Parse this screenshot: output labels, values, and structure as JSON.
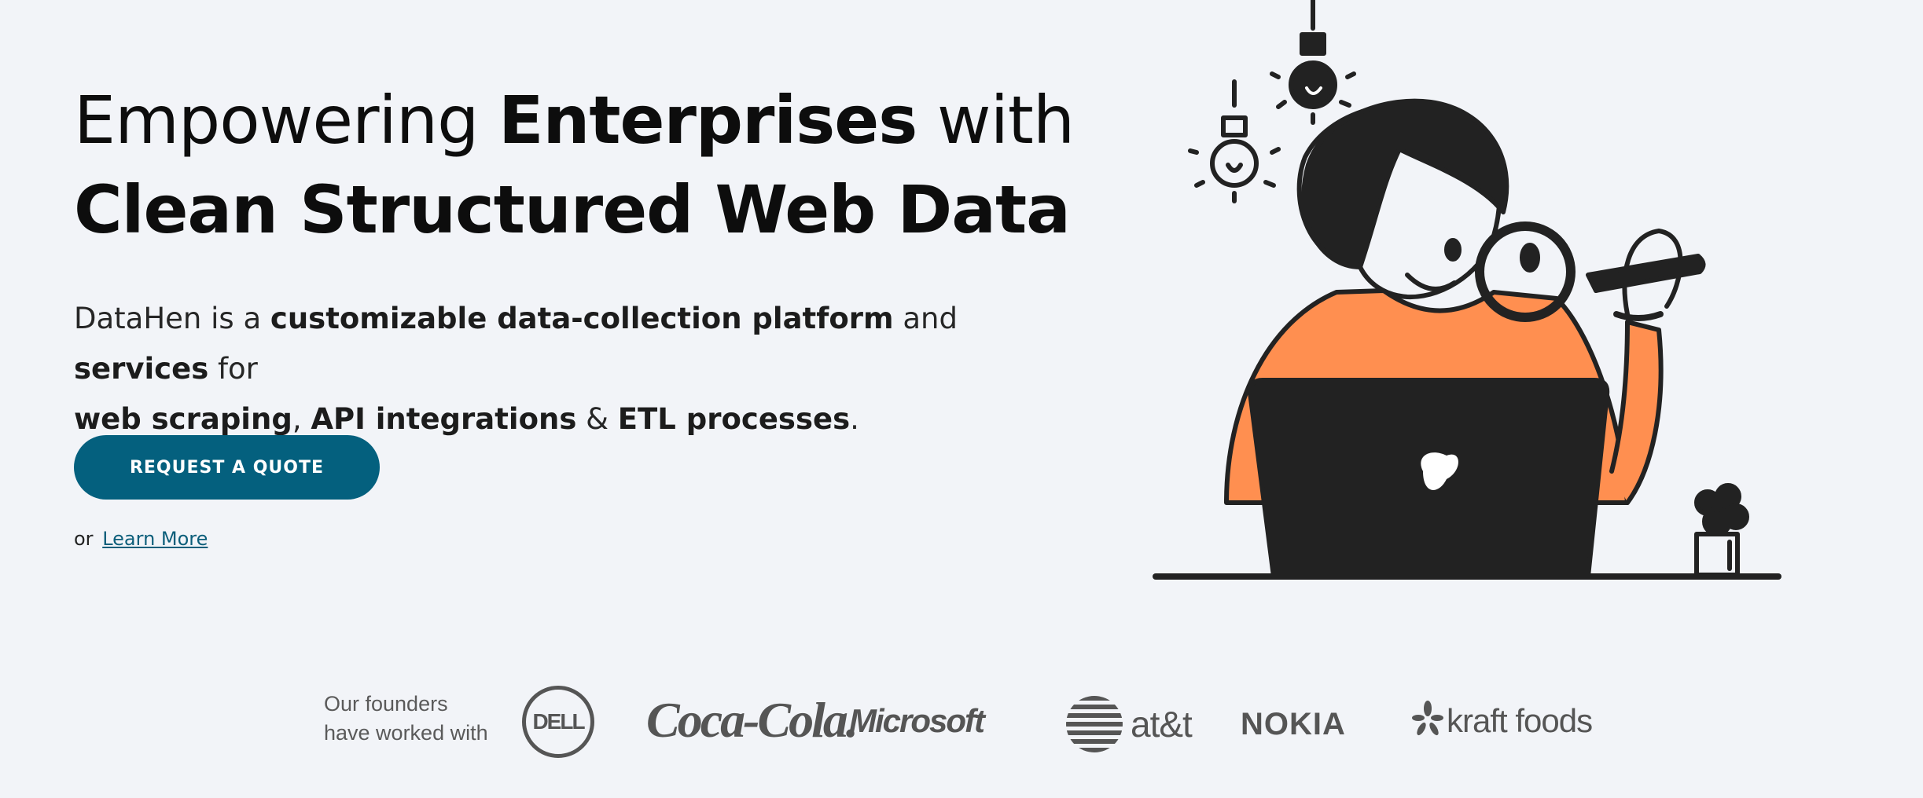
{
  "hero": {
    "headline_line1_light": "Empowering ",
    "headline_line1_bold": "Enterprises",
    "headline_line1_end": " with",
    "headline_line2": "Clean Structured Web Data",
    "sub_1": "DataHen is a ",
    "sub_2": "customizable data-collection platform",
    "sub_3": " and ",
    "sub_4": "services",
    "sub_5": " for ",
    "sub_6": "web scraping",
    "sub_7": ", ",
    "sub_8": "API integrations",
    "sub_9": " & ",
    "sub_10": "ETL processes",
    "sub_11": ".",
    "cta_label": "REQUEST A QUOTE",
    "or_text": "or",
    "learn_more": "Learn More"
  },
  "logos": {
    "founders_line1": "Our founders",
    "founders_line2": "have worked with",
    "dell": "DELL",
    "coke": "Coca-Cola.",
    "microsoft": "Microsoft",
    "att": "at&t",
    "nokia": "NOKIA",
    "kraft": "kraft foods"
  },
  "colors": {
    "background": "#f2f4f8",
    "accent": "#04607e",
    "illustration_orange": "#ff8f50",
    "illustration_ink": "#222222"
  }
}
